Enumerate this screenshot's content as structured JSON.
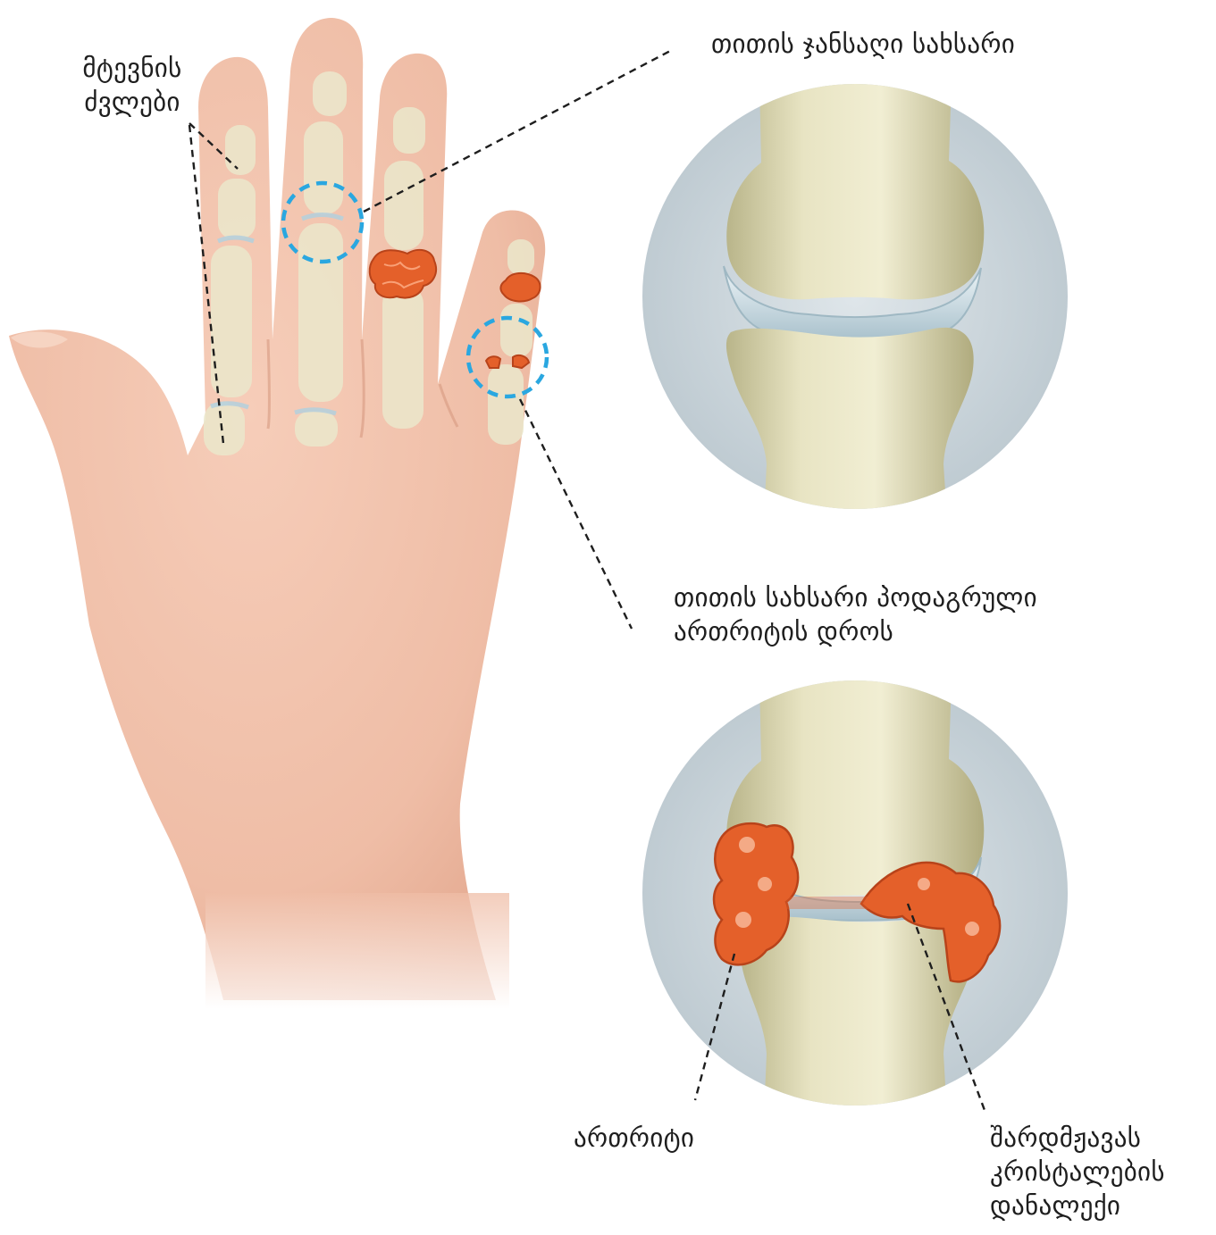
{
  "labels": {
    "hand_bones": [
      "მტევნის",
      "ძვლები"
    ],
    "healthy_joint": "თითის ჯანსაღი სახსარი",
    "gout_joint": [
      "თითის სახსარი პოდაგრული",
      "ართრიტის დროს"
    ],
    "arthritis": "ართრიტი",
    "uric_crystals": [
      "შარდმჟავას",
      "კრისტალების",
      "დანალექი"
    ]
  },
  "colors": {
    "skin": "#f2c3ad",
    "skin_shadow": "#e3a88f",
    "bone": "#e9e5c4",
    "bone_shadow": "#b9b58a",
    "cartilage": "#c9dbe3",
    "circle_bg": "#c9d3d9",
    "gout_deposit": "#e4602a",
    "highlight_circle": "#2aa7e0",
    "leader_line": "#1e1e1e"
  },
  "icons": [
    "hand-illustration",
    "healthy-joint-illustration",
    "gout-joint-illustration"
  ]
}
